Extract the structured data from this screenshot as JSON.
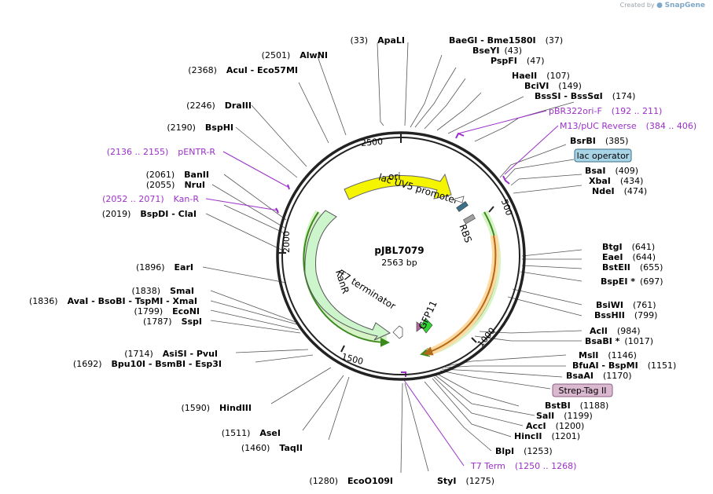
{
  "watermark": {
    "prefix": "Created by",
    "brand": "SnapGene"
  },
  "plasmid": {
    "name": "pJBL7079",
    "size_label": "2563 bp"
  },
  "ticks": [
    "2500",
    "500",
    "1000",
    "1500",
    "2000"
  ],
  "features": {
    "ori": "ori",
    "lac_promoter": "lac UV5 promoter",
    "rbs": "RBS",
    "kanr": "KanR",
    "t7_terminator": "T7 terminator",
    "gfp11": "GFP11"
  },
  "labels": [
    {
      "id": "apali",
      "pos": "(33)",
      "name": "ApaLI"
    },
    {
      "id": "baegi",
      "name": "BaeGI  - Bme1580I",
      "pos": "(37)"
    },
    {
      "id": "bseyi",
      "name": "BseYI",
      "pos": "(43)"
    },
    {
      "id": "pspfi",
      "name": "PspFI",
      "pos": "(47)"
    },
    {
      "id": "haeii",
      "name": "HaeII",
      "pos": "(107)"
    },
    {
      "id": "bcivi",
      "name": "BciVI",
      "pos": "(149)"
    },
    {
      "id": "bsssi",
      "name": "BssSI  - BssSαI",
      "pos": "(174)"
    },
    {
      "id": "pbr322",
      "primer": "pBR322ori-F",
      "range": "(192 .. 211)"
    },
    {
      "id": "m13",
      "primer": "M13/pUC Reverse",
      "range": "(384 .. 406)"
    },
    {
      "id": "bsrbi",
      "name": "BsrBI",
      "pos": "(385)"
    },
    {
      "id": "lacop",
      "box": "lac operator"
    },
    {
      "id": "bsai",
      "name": "BsaI",
      "pos": "(409)"
    },
    {
      "id": "xbai",
      "name": "XbaI",
      "pos": "(434)"
    },
    {
      "id": "ndei",
      "name": "NdeI",
      "pos": "(474)"
    },
    {
      "id": "btgi",
      "name": "BtgI",
      "pos": "(641)"
    },
    {
      "id": "eaei",
      "name": "EaeI",
      "pos": "(644)"
    },
    {
      "id": "bsteii",
      "name": "BstEII",
      "pos": "(655)"
    },
    {
      "id": "bspei",
      "name": "BspEI *",
      "pos": "(697)"
    },
    {
      "id": "bsiwi",
      "name": "BsiWI",
      "pos": "(761)"
    },
    {
      "id": "bsshii",
      "name": "BssHII",
      "pos": "(799)"
    },
    {
      "id": "acli",
      "name": "AclI",
      "pos": "(984)"
    },
    {
      "id": "bsabi",
      "name": "BsaBI *",
      "pos": "(1017)"
    },
    {
      "id": "msli",
      "name": "MslI",
      "pos": "(1146)"
    },
    {
      "id": "bfuai",
      "name": "BfuAI  - BspMI",
      "pos": "(1151)"
    },
    {
      "id": "bsaai",
      "name": "BsaAI",
      "pos": "(1170)"
    },
    {
      "id": "strep",
      "box": "Strep-Tag II"
    },
    {
      "id": "bstbi",
      "name": "BstBI",
      "pos": "(1188)"
    },
    {
      "id": "sali",
      "name": "SalI",
      "pos": "(1199)"
    },
    {
      "id": "acci",
      "name": "AccI",
      "pos": "(1200)"
    },
    {
      "id": "hincii",
      "name": "HincII",
      "pos": "(1201)"
    },
    {
      "id": "blpi",
      "name": "BlpI",
      "pos": "(1253)"
    },
    {
      "id": "t7term",
      "primer": "T7 Term",
      "range": "(1250 .. 1268)"
    },
    {
      "id": "styi",
      "name": "StyI",
      "pos": "(1275)"
    },
    {
      "id": "ecoo109i",
      "pos": "(1280)",
      "name": "EcoO109I"
    },
    {
      "id": "taqii",
      "pos": "(1460)",
      "name": "TaqII"
    },
    {
      "id": "asei",
      "pos": "(1511)",
      "name": "AseI"
    },
    {
      "id": "hindiii",
      "pos": "(1590)",
      "name": "HindIII"
    },
    {
      "id": "bpu10i",
      "pos": "(1692)",
      "name": "Bpu10I  - BsmBI  - Esp3I"
    },
    {
      "id": "asisi",
      "pos": "(1714)",
      "name": "AsiSI  - PvuI"
    },
    {
      "id": "sspi",
      "pos": "(1787)",
      "name": "SspI"
    },
    {
      "id": "econi",
      "pos": "(1799)",
      "name": "EcoNI"
    },
    {
      "id": "avai",
      "pos": "(1836)",
      "name": "AvaI  - BsoBI  - TspMI  - XmaI"
    },
    {
      "id": "smai",
      "pos": "(1838)",
      "name": "SmaI"
    },
    {
      "id": "eari",
      "pos": "(1896)",
      "name": "EarI"
    },
    {
      "id": "bspdi",
      "pos": "(2019)",
      "name": "BspDI  - ClaI"
    },
    {
      "id": "kanr",
      "range": "(2052 .. 2071)",
      "primer": "Kan-R"
    },
    {
      "id": "nrui",
      "pos": "(2055)",
      "name": "NruI"
    },
    {
      "id": "banii",
      "pos": "(2061)",
      "name": "BanII"
    },
    {
      "id": "pentr",
      "range": "(2136 .. 2155)",
      "primer": "pENTR-R"
    },
    {
      "id": "bsphi",
      "pos": "(2190)",
      "name": "BspHI"
    },
    {
      "id": "draiii",
      "pos": "(2246)",
      "name": "DraIII"
    },
    {
      "id": "acui",
      "pos": "(2368)",
      "name": "AcuI  - Eco57MI"
    },
    {
      "id": "alwni",
      "pos": "(2501)",
      "name": "AlwNI"
    }
  ]
}
